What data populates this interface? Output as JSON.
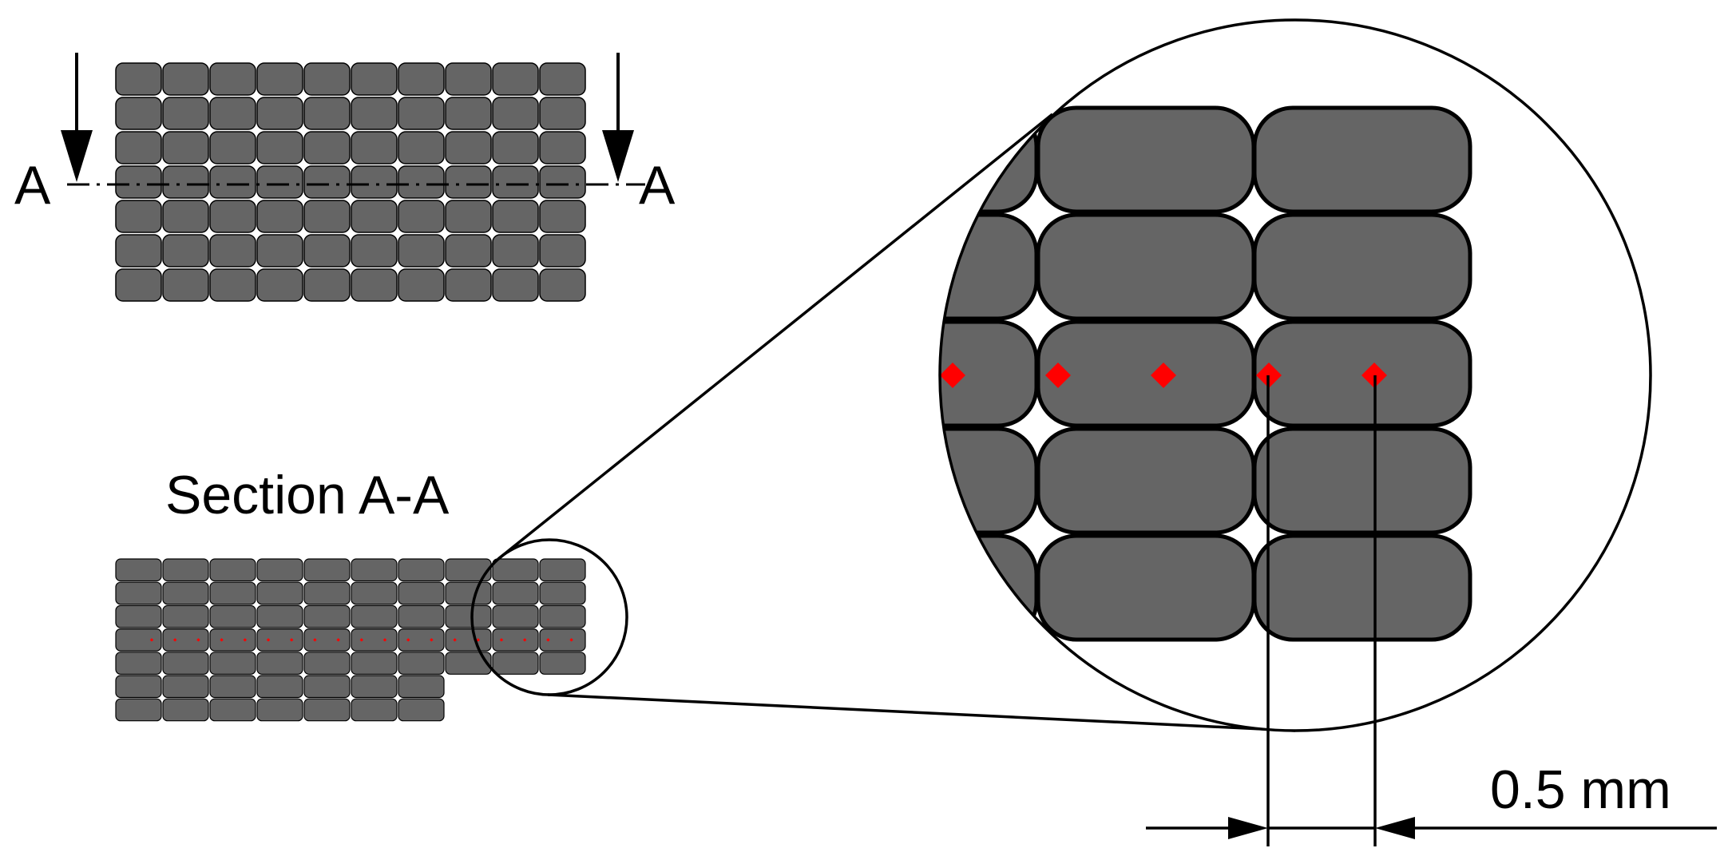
{
  "labels": {
    "section_left": "A",
    "section_right": "A",
    "section_title": "Section A-A",
    "dimension": "0.5 mm"
  },
  "colors": {
    "fiber_fill": "#656565",
    "fiber_stroke": "#000000",
    "point_marker": "#ff0000",
    "line": "#000000",
    "background": "#ffffff"
  },
  "top_view": {
    "columns": 10,
    "rows": 7
  },
  "section_view": {
    "columns": 10,
    "row_columns": [
      10,
      10,
      10,
      10,
      10,
      7,
      7
    ],
    "marker_row": 3,
    "marker_count": 19
  },
  "detail_view": {
    "visible_rows": 5,
    "marker_row": 3,
    "marker_count": 5
  }
}
